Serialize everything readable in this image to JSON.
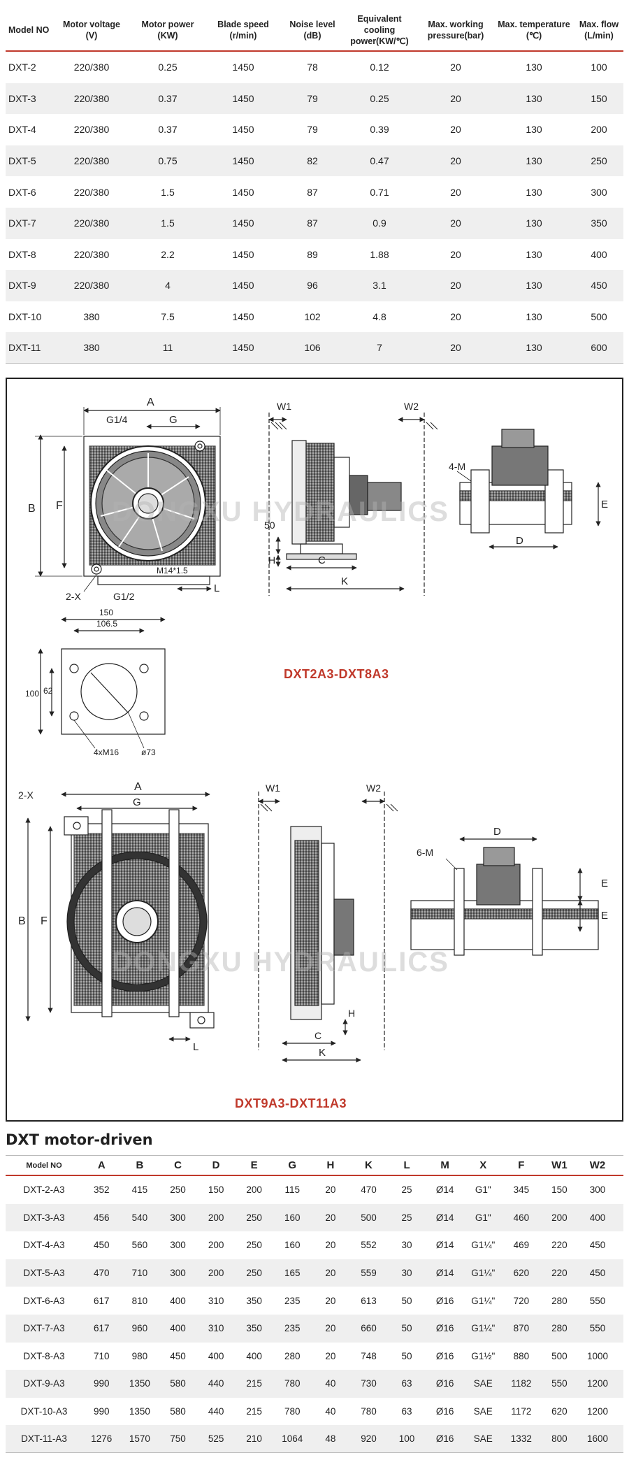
{
  "top_table": {
    "headers": [
      [
        "Model NO"
      ],
      [
        "Motor voltage",
        "(V)"
      ],
      [
        "Motor power",
        "(KW)"
      ],
      [
        "Blade speed",
        "(r/min)"
      ],
      [
        "Noise level",
        "(dB)"
      ],
      [
        "Equivalent cooling",
        "power(KW/℃)"
      ],
      [
        "Max. working",
        "pressure(bar)"
      ],
      [
        "Max. temperature",
        "(℃)"
      ],
      [
        "Max. flow",
        "(L/min)"
      ]
    ],
    "rows": [
      [
        "DXT-2",
        "220/380",
        "0.25",
        "1450",
        "78",
        "0.12",
        "20",
        "130",
        "100"
      ],
      [
        "DXT-3",
        "220/380",
        "0.37",
        "1450",
        "79",
        "0.25",
        "20",
        "130",
        "150"
      ],
      [
        "DXT-4",
        "220/380",
        "0.37",
        "1450",
        "79",
        "0.39",
        "20",
        "130",
        "200"
      ],
      [
        "DXT-5",
        "220/380",
        "0.75",
        "1450",
        "82",
        "0.47",
        "20",
        "130",
        "250"
      ],
      [
        "DXT-6",
        "220/380",
        "1.5",
        "1450",
        "87",
        "0.71",
        "20",
        "130",
        "300"
      ],
      [
        "DXT-7",
        "220/380",
        "1.5",
        "1450",
        "87",
        "0.9",
        "20",
        "130",
        "350"
      ],
      [
        "DXT-8",
        "220/380",
        "2.2",
        "1450",
        "89",
        "1.88",
        "20",
        "130",
        "400"
      ],
      [
        "DXT-9",
        "220/380",
        "4",
        "1450",
        "96",
        "3.1",
        "20",
        "130",
        "450"
      ],
      [
        "DXT-10",
        "380",
        "7.5",
        "1450",
        "102",
        "4.8",
        "20",
        "130",
        "500"
      ],
      [
        "DXT-11",
        "380",
        "11",
        "1450",
        "106",
        "7",
        "20",
        "130",
        "600"
      ]
    ]
  },
  "drawing": {
    "caption_upper": "DXT2A3-DXT8A3",
    "caption_lower": "DXT9A3-DXT11A3",
    "watermark": "DONGXU HYDRAULICS",
    "labels": {
      "A": "A",
      "B": "B",
      "F": "F",
      "G": "G",
      "G14": "G1/4",
      "G12": "G1/2",
      "X2": "2-X",
      "L": "L",
      "M14": "M14*1.5",
      "W1": "W1",
      "W2": "W2",
      "d50": "50",
      "H": "H",
      "C": "C",
      "K": "K",
      "M4": "4-M",
      "M6": "6-M",
      "D": "D",
      "E": "E",
      "f150": "150",
      "f1065": "106.5",
      "f100": "100",
      "f62": "62",
      "f4xM16": "4xM16",
      "f73": "ø73"
    }
  },
  "section2": {
    "title": "DXT motor-driven",
    "headers": [
      "Model NO",
      "A",
      "B",
      "C",
      "D",
      "E",
      "G",
      "H",
      "K",
      "L",
      "M",
      "X",
      "F",
      "W1",
      "W2"
    ],
    "rows": [
      [
        "DXT-2-A3",
        "352",
        "415",
        "250",
        "150",
        "200",
        "115",
        "20",
        "470",
        "25",
        "Ø14",
        "G1\"",
        "345",
        "150",
        "300"
      ],
      [
        "DXT-3-A3",
        "456",
        "540",
        "300",
        "200",
        "250",
        "160",
        "20",
        "500",
        "25",
        "Ø14",
        "G1\"",
        "460",
        "200",
        "400"
      ],
      [
        "DXT-4-A3",
        "450",
        "560",
        "300",
        "200",
        "250",
        "160",
        "20",
        "552",
        "30",
        "Ø14",
        "G1¼\"",
        "469",
        "220",
        "450"
      ],
      [
        "DXT-5-A3",
        "470",
        "710",
        "300",
        "200",
        "250",
        "165",
        "20",
        "559",
        "30",
        "Ø14",
        "G1¼\"",
        "620",
        "220",
        "450"
      ],
      [
        "DXT-6-A3",
        "617",
        "810",
        "400",
        "310",
        "350",
        "235",
        "20",
        "613",
        "50",
        "Ø16",
        "G1¼\"",
        "720",
        "280",
        "550"
      ],
      [
        "DXT-7-A3",
        "617",
        "960",
        "400",
        "310",
        "350",
        "235",
        "20",
        "660",
        "50",
        "Ø16",
        "G1¼\"",
        "870",
        "280",
        "550"
      ],
      [
        "DXT-8-A3",
        "710",
        "980",
        "450",
        "400",
        "400",
        "280",
        "20",
        "748",
        "50",
        "Ø16",
        "G1½\"",
        "880",
        "500",
        "1000"
      ],
      [
        "DXT-9-A3",
        "990",
        "1350",
        "580",
        "440",
        "215",
        "780",
        "40",
        "730",
        "63",
        "Ø16",
        "SAE",
        "1182",
        "550",
        "1200"
      ],
      [
        "DXT-10-A3",
        "990",
        "1350",
        "580",
        "440",
        "215",
        "780",
        "40",
        "780",
        "63",
        "Ø16",
        "SAE",
        "1172",
        "620",
        "1200"
      ],
      [
        "DXT-11-A3",
        "1276",
        "1570",
        "750",
        "525",
        "210",
        "1064",
        "48",
        "920",
        "100",
        "Ø16",
        "SAE",
        "1332",
        "800",
        "1600"
      ]
    ]
  }
}
